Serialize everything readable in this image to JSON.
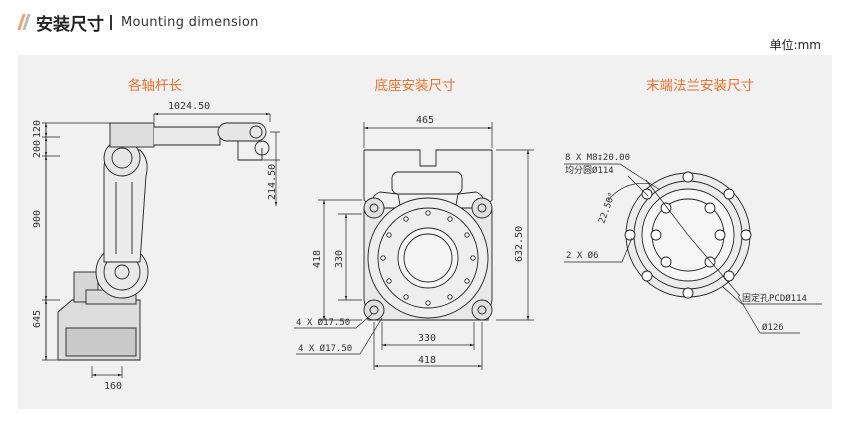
{
  "header": {
    "title": "安装尺寸",
    "subtitle": "Mounting dimension"
  },
  "unit_label": "单位:mm",
  "sections": {
    "arm": {
      "title": "各轴杆长",
      "dims": {
        "reach": "1024.50",
        "top": "120",
        "upper": "200",
        "mid": "900",
        "base_h": "645",
        "drop": "214.50",
        "base_w": "160"
      }
    },
    "base": {
      "title": "底座安装尺寸",
      "dims": {
        "width": "465",
        "height": "632.50",
        "outer_h": "418",
        "inner_h": "330",
        "inner_w": "330",
        "outer_w": "418",
        "hole_a": "4 X Ø17.50",
        "hole_b": "4 X Ø17.50"
      }
    },
    "flange": {
      "title": "末端法兰安装尺寸",
      "dims": {
        "thread": "8 X M8↧20.00",
        "pcd_top": "均分圆Ø114",
        "angle": "22.50°",
        "pin": "2 X Ø6",
        "pcd_fix": "固定孔PCDØ114",
        "outer_d": "Ø126"
      }
    }
  },
  "colors": {
    "accent": "#e8722e",
    "line": "#222222",
    "panel": "#f1f1f1"
  }
}
